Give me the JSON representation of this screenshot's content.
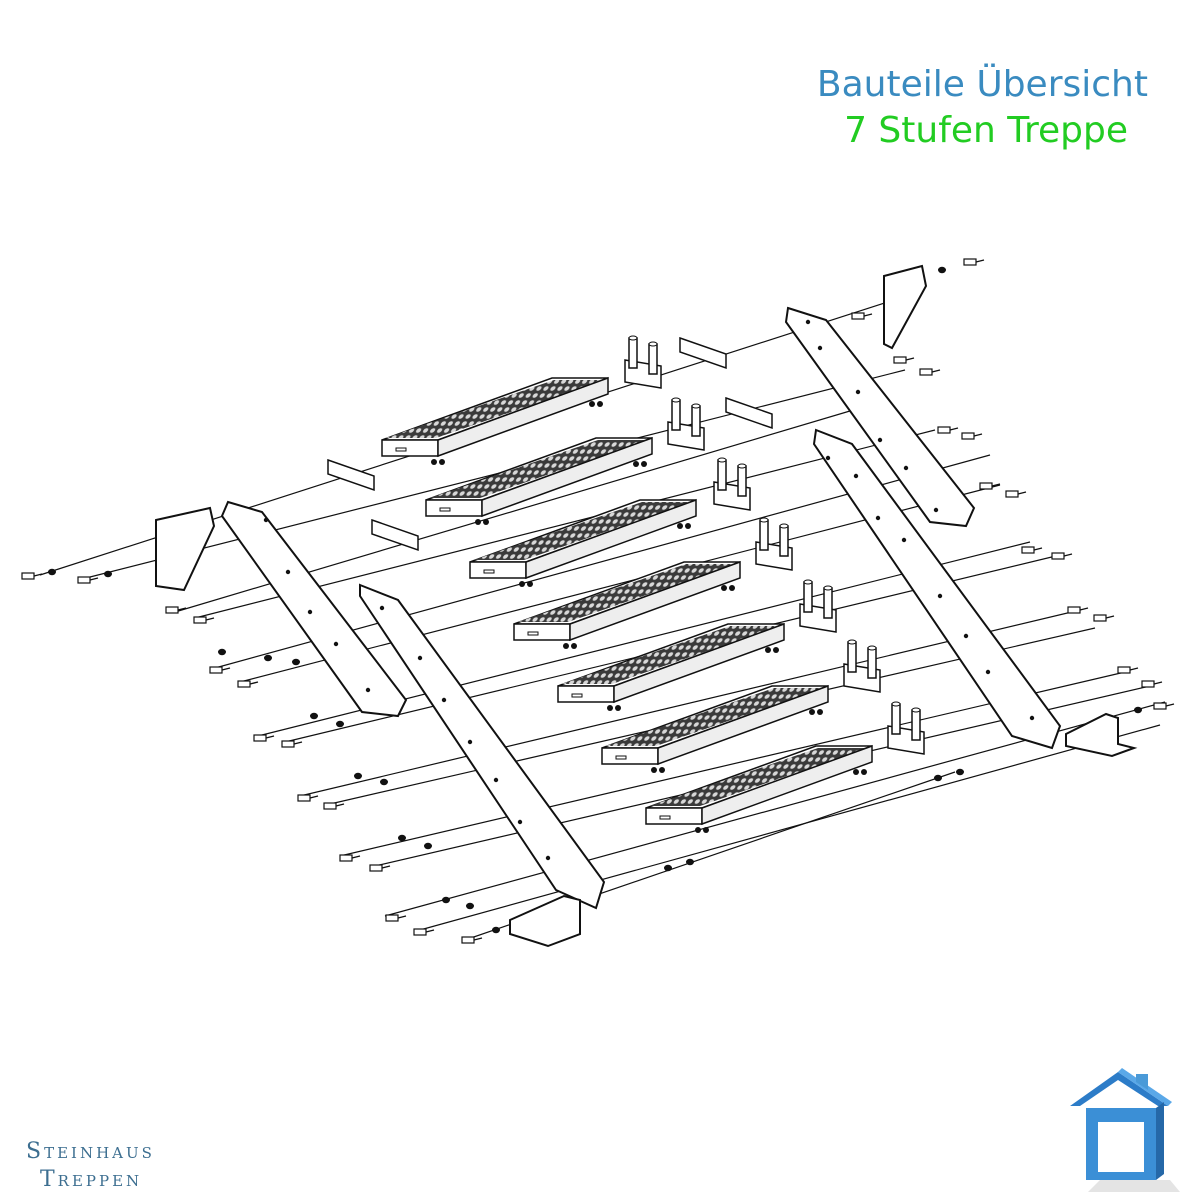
{
  "header": {
    "title_line1": "Bauteile Übersicht",
    "title_line2": "7 Stufen Treppe"
  },
  "brand": {
    "line1": "Steinhaus",
    "line2": "Treppen",
    "logo_icon": "house-icon",
    "logo_color": "#3b8fd6"
  },
  "diagram": {
    "subject": "exploded-view-staircase",
    "step_count": 7,
    "line_color": "#111111",
    "grating_color": "#5a5a5a"
  }
}
